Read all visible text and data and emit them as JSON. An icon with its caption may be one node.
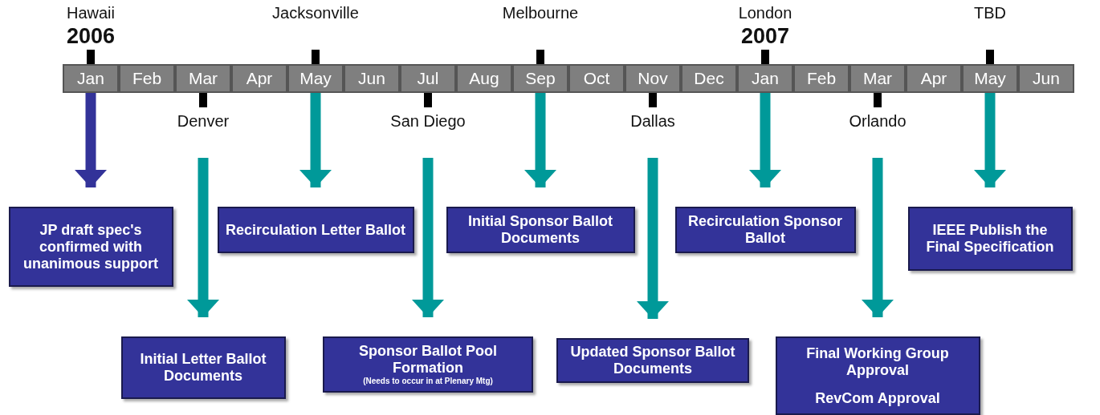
{
  "diagram": {
    "nodes": [
      {
        "text": [
          "Jan"
        ]
      },
      {
        "text": [
          "Feb"
        ]
      },
      {
        "text": [
          "Mar"
        ]
      },
      {
        "text": [
          "Apr"
        ]
      },
      {
        "text": [
          "May"
        ]
      },
      {
        "text": [
          "Jun"
        ]
      },
      {
        "text": [
          "Jul"
        ]
      },
      {
        "text": [
          "Aug"
        ]
      },
      {
        "text": [
          "Sep"
        ]
      },
      {
        "text": [
          "Oct"
        ]
      },
      {
        "text": [
          "Nov"
        ]
      },
      {
        "text": [
          "Dec"
        ]
      },
      {
        "text": [
          "Jan"
        ]
      },
      {
        "text": [
          "Feb"
        ]
      },
      {
        "text": [
          "Mar"
        ]
      },
      {
        "text": [
          "Apr"
        ]
      },
      {
        "text": [
          "May"
        ]
      },
      {
        "text": [
          "Jun"
        ]
      },
      {
        "text": [
          "JP draft spec's confirmed with unanimous support"
        ]
      },
      {
        "text": [
          "Initial Letter Ballot Documents"
        ]
      },
      {
        "text": [
          "Recirculation Letter Ballot"
        ]
      },
      {
        "text": [
          "Sponsor Ballot Pool Formation",
          "(Needs to occur in at Plenary Mtg)"
        ]
      },
      {
        "text": [
          "Initial Sponsor Ballot Documents"
        ]
      },
      {
        "text": [
          "Updated Sponsor Ballot Documents"
        ]
      },
      {
        "text": [
          "Recirculation Sponsor Ballot"
        ]
      },
      {
        "text": [
          "Final Working Group Approval",
          "RevCom Approval"
        ]
      },
      {
        "text": [
          "IEEE Publish the Final Specification"
        ]
      }
    ],
    "edges": [
      {
        "from": 0,
        "to": 18,
        "arrow": "to",
        "color": "#333399"
      },
      {
        "from": null,
        "to": 19,
        "arrow": "to"
      },
      {
        "from": 4,
        "to": 20,
        "arrow": "to"
      },
      {
        "from": null,
        "to": 21,
        "arrow": "to"
      },
      {
        "from": 8,
        "to": 22,
        "arrow": "to"
      },
      {
        "from": null,
        "to": 23,
        "arrow": "to"
      },
      {
        "from": 12,
        "to": 24,
        "arrow": "to"
      },
      {
        "from": null,
        "to": 25,
        "arrow": "to"
      },
      {
        "from": 16,
        "to": 26,
        "arrow": "to"
      }
    ],
    "labels": [
      "Hawaii",
      "Jacksonville",
      "Melbourne",
      "London",
      "TBD",
      "2006",
      "2007",
      "Denver",
      "San Diego",
      "Dallas",
      "Orlando"
    ]
  }
}
